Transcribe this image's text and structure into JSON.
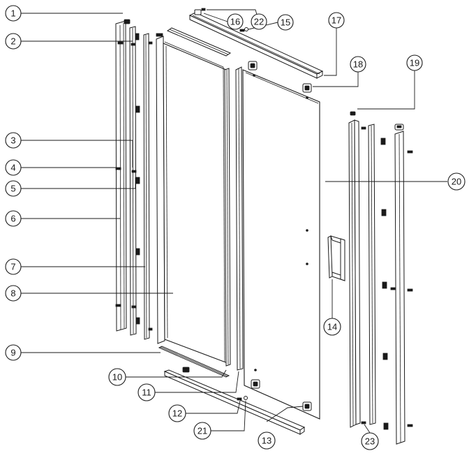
{
  "diagram": {
    "callouts": [
      {
        "id": "c1",
        "label": "1"
      },
      {
        "id": "c2",
        "label": "2"
      },
      {
        "id": "c3",
        "label": "3"
      },
      {
        "id": "c4",
        "label": "4"
      },
      {
        "id": "c5",
        "label": "5"
      },
      {
        "id": "c6",
        "label": "6"
      },
      {
        "id": "c7",
        "label": "7"
      },
      {
        "id": "c8",
        "label": "8"
      },
      {
        "id": "c9",
        "label": "9"
      },
      {
        "id": "c10",
        "label": "10"
      },
      {
        "id": "c11",
        "label": "11"
      },
      {
        "id": "c12",
        "label": "12"
      },
      {
        "id": "c13",
        "label": "13"
      },
      {
        "id": "c14",
        "label": "14"
      },
      {
        "id": "c15",
        "label": "15"
      },
      {
        "id": "c16",
        "label": "16"
      },
      {
        "id": "c17",
        "label": "17"
      },
      {
        "id": "c18",
        "label": "18"
      },
      {
        "id": "c19",
        "label": "19"
      },
      {
        "id": "c20",
        "label": "20"
      },
      {
        "id": "c21",
        "label": "21"
      },
      {
        "id": "c22",
        "label": "22"
      },
      {
        "id": "c23",
        "label": "23"
      }
    ]
  }
}
